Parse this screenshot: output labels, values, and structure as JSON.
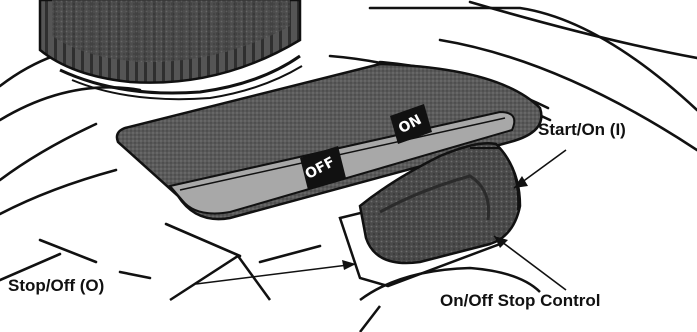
{
  "diagram": {
    "panel_labels": {
      "off": "OFF",
      "on": "ON"
    },
    "callouts": {
      "start_on": "Start/On (I)",
      "stop_off": "Stop/Off (O)",
      "on_off_stop_control": "On/Off Stop Control"
    },
    "colors": {
      "ink": "#111111",
      "knob_dark": "#4a4a4a",
      "panel_dark": "#5a5a5a",
      "panel_band": "#a8a8a8",
      "paddle": "#2e2e2e"
    }
  }
}
